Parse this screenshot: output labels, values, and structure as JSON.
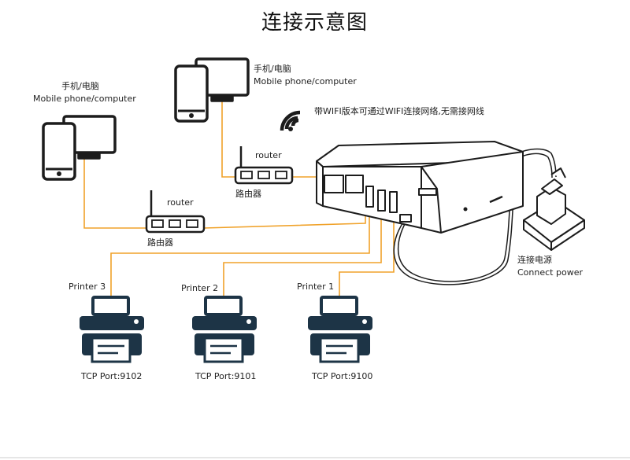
{
  "title": "连接示意图",
  "devices": {
    "phone_left": {
      "label_cn": "手机/电脑",
      "label_en": "Mobile phone/computer"
    },
    "phone_top": {
      "label_cn": "手机/电脑",
      "label_en": "Mobile phone/computer"
    },
    "router_top": {
      "label_en": "router",
      "label_cn": "路由器"
    },
    "router_left": {
      "label_en": "router",
      "label_cn": "路由器"
    },
    "wifi_note": "带WIFI版本可通过WIFI连接网络,无需接网线",
    "power": {
      "label_cn": "连接电源",
      "label_en": "Connect power"
    }
  },
  "printers": [
    {
      "name": "Printer 3",
      "port": "TCP Port:9102"
    },
    {
      "name": "Printer 2",
      "port": "TCP Port:9101"
    },
    {
      "name": "Printer 1",
      "port": "TCP Port:9100"
    }
  ],
  "colors": {
    "cable": "#f0a22a",
    "device": "#1c1c1c",
    "printer": "#1d3446",
    "background": "#ffffff"
  }
}
